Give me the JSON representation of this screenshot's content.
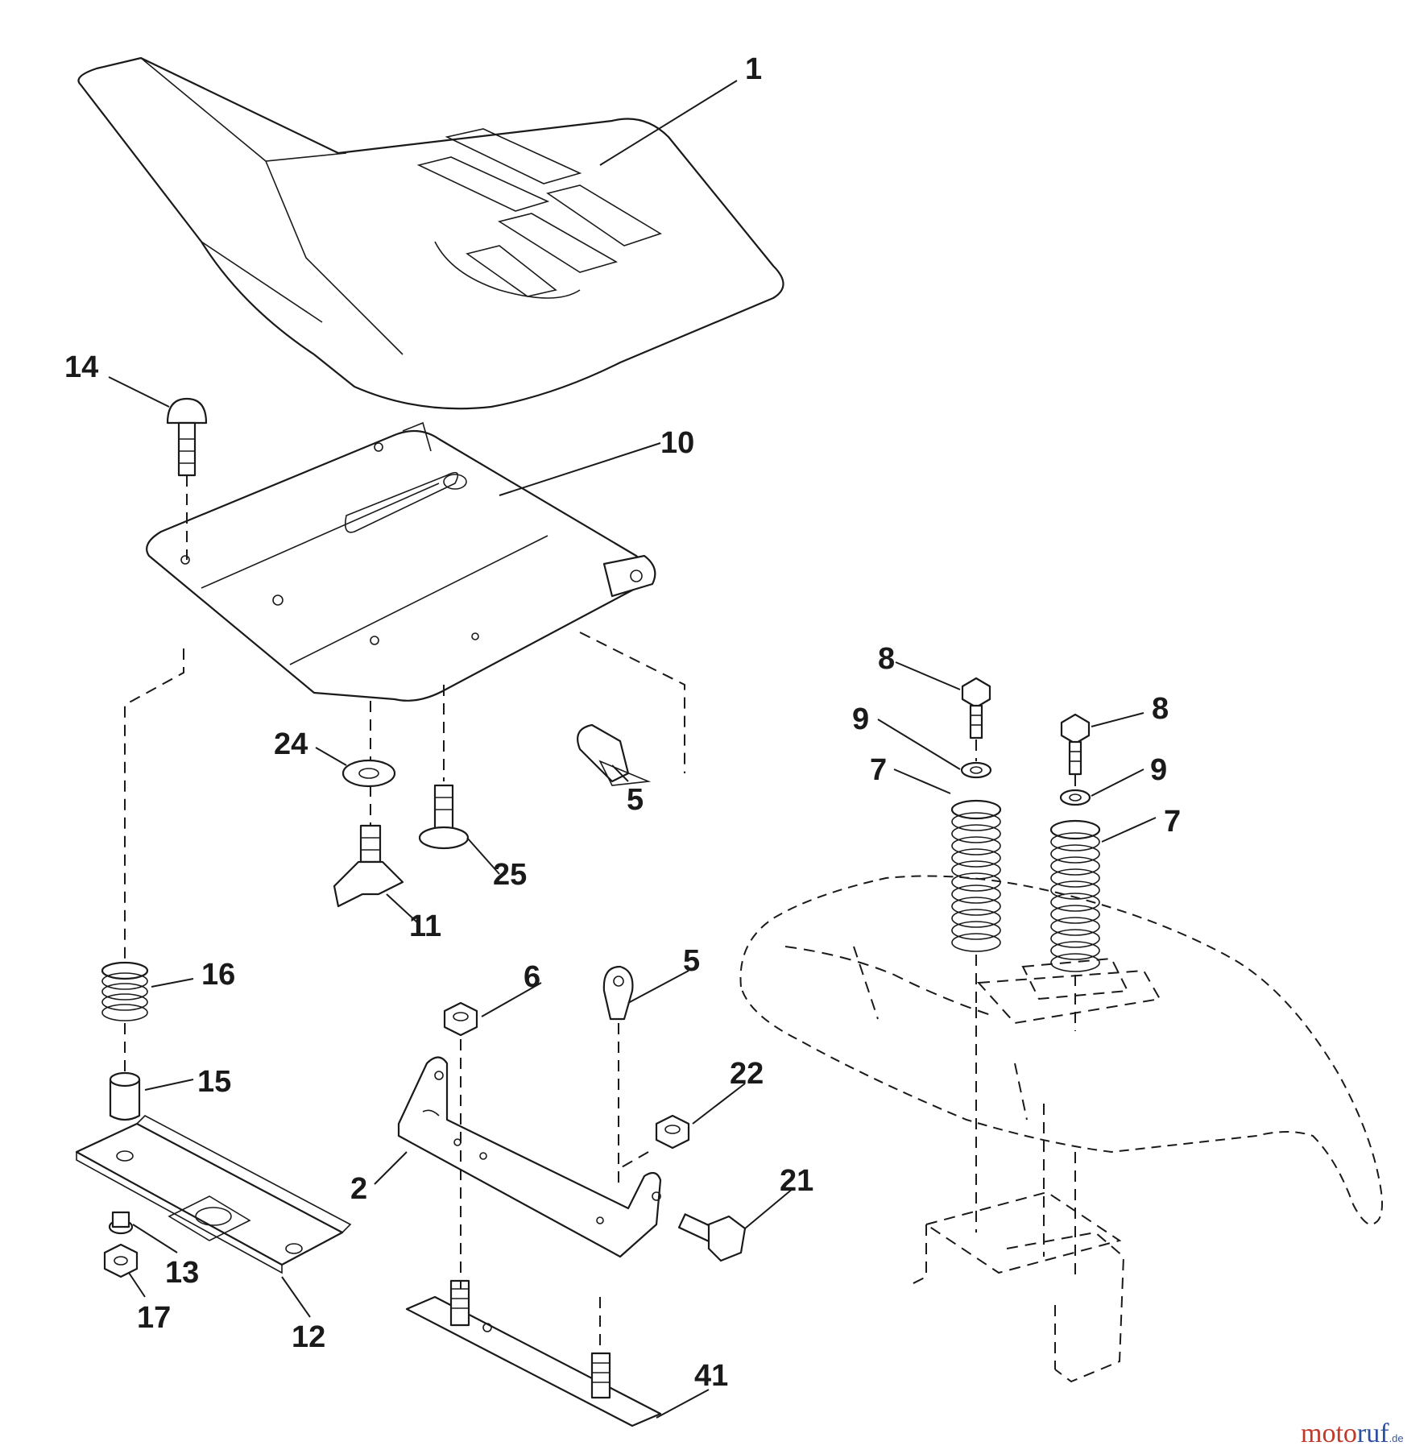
{
  "diagram": {
    "labels": {
      "l1": "1",
      "l14": "14",
      "l10": "10",
      "l8a": "8",
      "l8b": "8",
      "l9a": "9",
      "l9b": "9",
      "l7a": "7",
      "l7b": "7",
      "l24": "24",
      "l5a": "5",
      "l25": "25",
      "l11": "11",
      "l16": "16",
      "l6": "6",
      "l5b": "5",
      "l22": "22",
      "l15": "15",
      "l2": "2",
      "l21": "21",
      "l13": "13",
      "l17": "17",
      "l12": "12",
      "l41": "41"
    }
  },
  "watermark": {
    "parts": [
      "moto",
      "ruf"
    ],
    "colors": [
      "#c0392b",
      "#2c4f9e"
    ],
    "suffix": ".de"
  }
}
